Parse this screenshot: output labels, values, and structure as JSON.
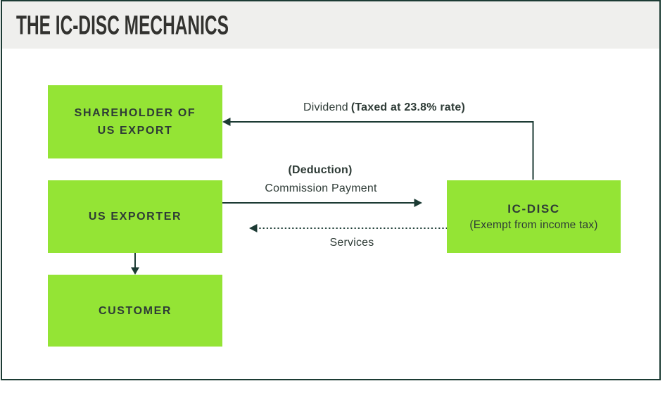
{
  "title": "THE IC-DISC MECHANICS",
  "colors": {
    "node_green": "#94E435",
    "line_dark_teal": "#1C3B34",
    "header_bg": "#EFEFED",
    "title_text": "#32322F",
    "label_text": "#2E3B36"
  },
  "nodes": {
    "shareholder": {
      "label": "SHAREHOLDER OF US EXPORT"
    },
    "us_exporter": {
      "label": "US EXPORTER"
    },
    "customer": {
      "label": "CUSTOMER"
    },
    "ic_disc": {
      "title": "IC-DISC",
      "subtitle": "(Exempt from income tax)"
    }
  },
  "edges": {
    "dividend": {
      "label_regular": "Dividend",
      "label_bold": "(Taxed at 23.8% rate)"
    },
    "commission": {
      "label_bold": "(Deduction)",
      "label_regular": "Commission Payment"
    },
    "services": {
      "label": "Services"
    }
  }
}
